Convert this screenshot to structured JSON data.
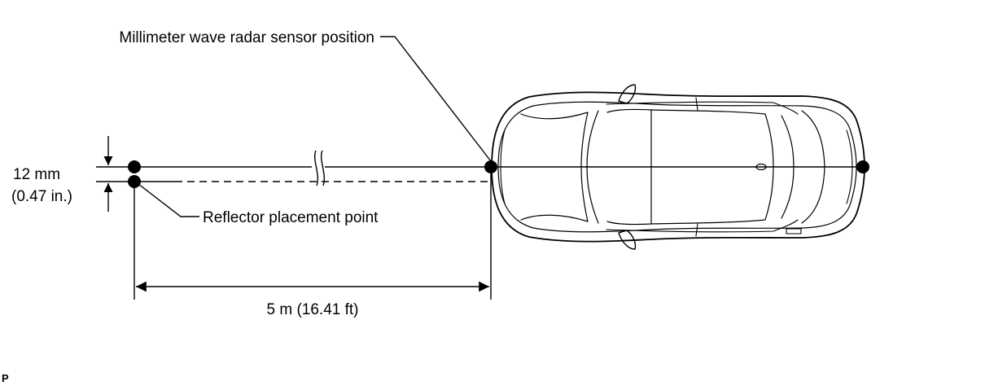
{
  "labels": {
    "sensor_position": "Millimeter wave radar sensor position",
    "reflector_point": "Reflector placement point",
    "offset_mm": "12 mm",
    "offset_in": "(0.47 in.)",
    "distance": "5 m (16.41 ft)",
    "figure_code": "P"
  },
  "colors": {
    "line": "#000000",
    "background": "#ffffff"
  }
}
